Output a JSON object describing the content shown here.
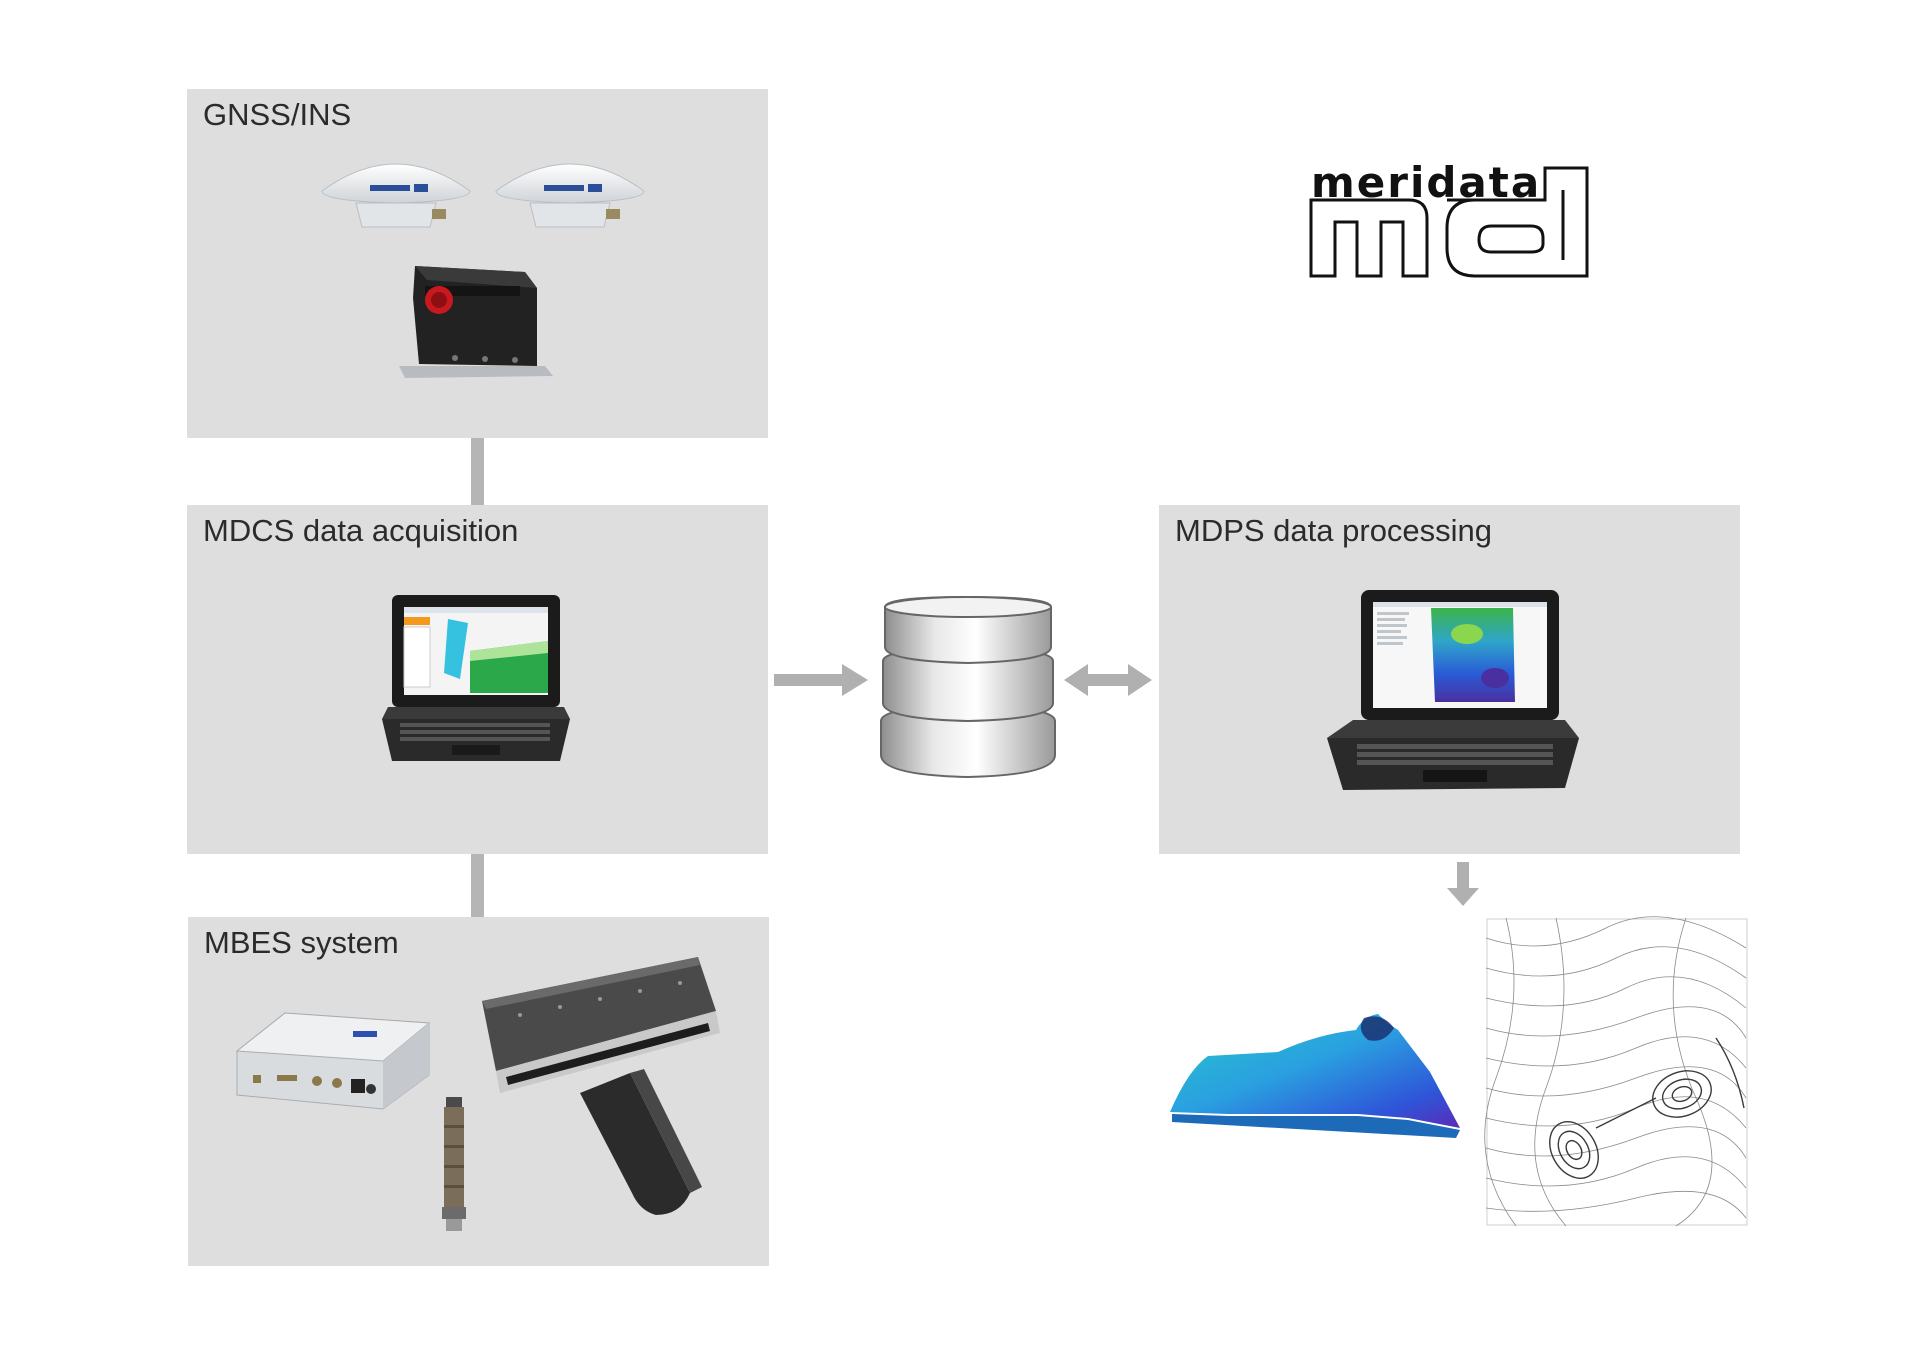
{
  "panels": {
    "gnss": {
      "title": "GNSS/INS"
    },
    "mdcs": {
      "title": "MDCS data acquisition"
    },
    "mbes": {
      "title": "MBES system"
    },
    "mdps": {
      "title": "MDPS data processing"
    }
  },
  "logo": {
    "text": "meridata",
    "mark": "md"
  },
  "icons": {
    "gnss": [
      "gnss-antenna-icon",
      "gnss-antenna-icon",
      "ins-unit-icon"
    ],
    "mdcs": [
      "laptop-icon"
    ],
    "center": [
      "database-icon"
    ],
    "mdps": [
      "laptop-icon"
    ],
    "mbes": [
      "mbes-processor-icon",
      "sound-velocity-probe-icon",
      "mbes-transducer-icon"
    ],
    "outputs": [
      "bathymetry-3d-model-icon",
      "contour-map-icon"
    ]
  },
  "colors": {
    "panel": "#dedede",
    "connector": "#b5b5b5",
    "arrow": "#b0b0b0"
  }
}
